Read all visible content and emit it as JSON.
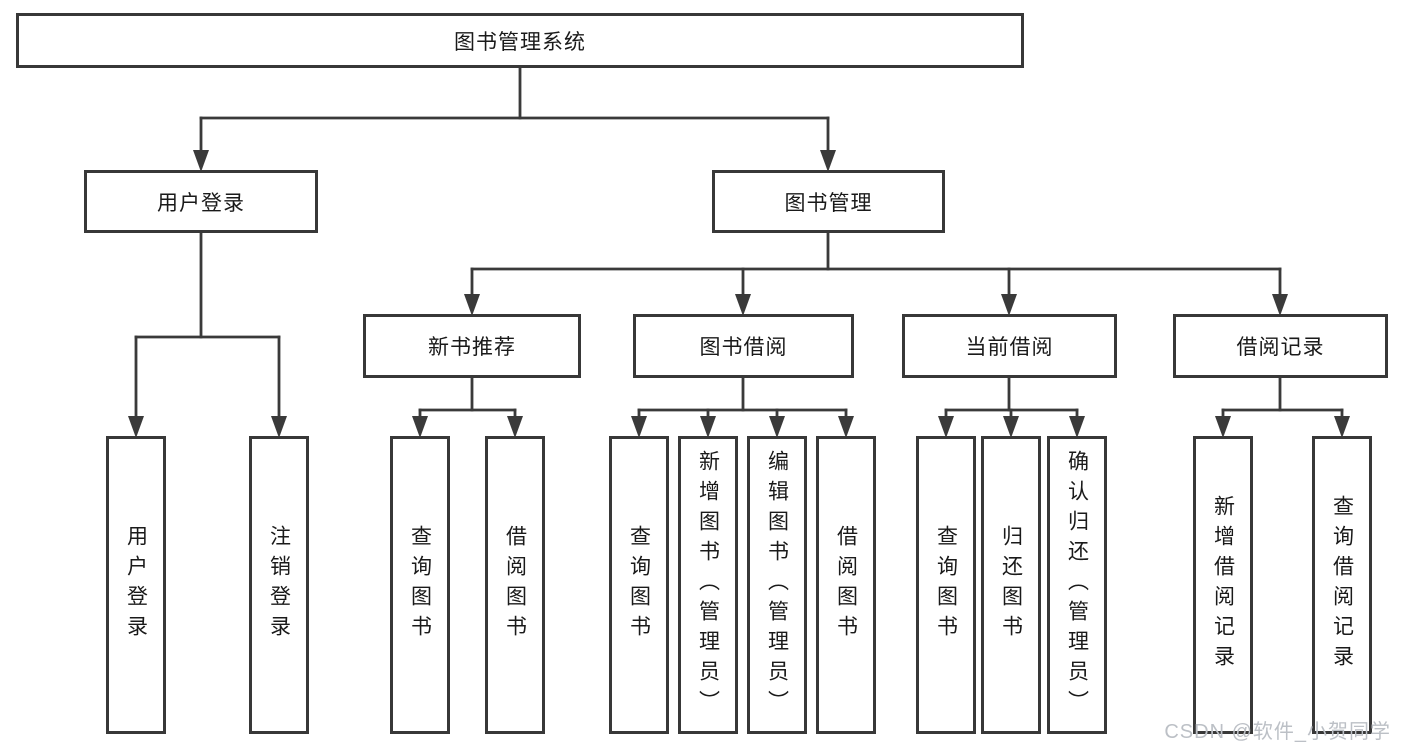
{
  "diagram": {
    "root": {
      "label": "图书管理系统"
    },
    "level2": [
      {
        "label": "用户登录"
      },
      {
        "label": "图书管理"
      }
    ],
    "level3": [
      {
        "label": "新书推荐"
      },
      {
        "label": "图书借阅"
      },
      {
        "label": "当前借阅"
      },
      {
        "label": "借阅记录"
      }
    ],
    "leaves": {
      "login": [
        {
          "label": "用户登录"
        },
        {
          "label": "注销登录"
        }
      ],
      "recommend": [
        {
          "label": "查询图书"
        },
        {
          "label": "借阅图书"
        }
      ],
      "borrow": [
        {
          "label": "查询图书"
        },
        {
          "label": "新增图书（管理员）"
        },
        {
          "label": "编辑图书（管理员）"
        },
        {
          "label": "借阅图书"
        }
      ],
      "current": [
        {
          "label": "查询图书"
        },
        {
          "label": "归还图书"
        },
        {
          "label": "确认归还（管理员）"
        }
      ],
      "records": [
        {
          "label": "新增借阅记录"
        },
        {
          "label": "查询借阅记录"
        }
      ]
    }
  },
  "watermark": {
    "text": "CSDN @软件_小贺同学"
  },
  "colors": {
    "line": "#3a3a3a",
    "box_border": "#383838",
    "text": "#1a1a1a",
    "background": "#ffffff",
    "watermark": "#bcc0c6"
  }
}
